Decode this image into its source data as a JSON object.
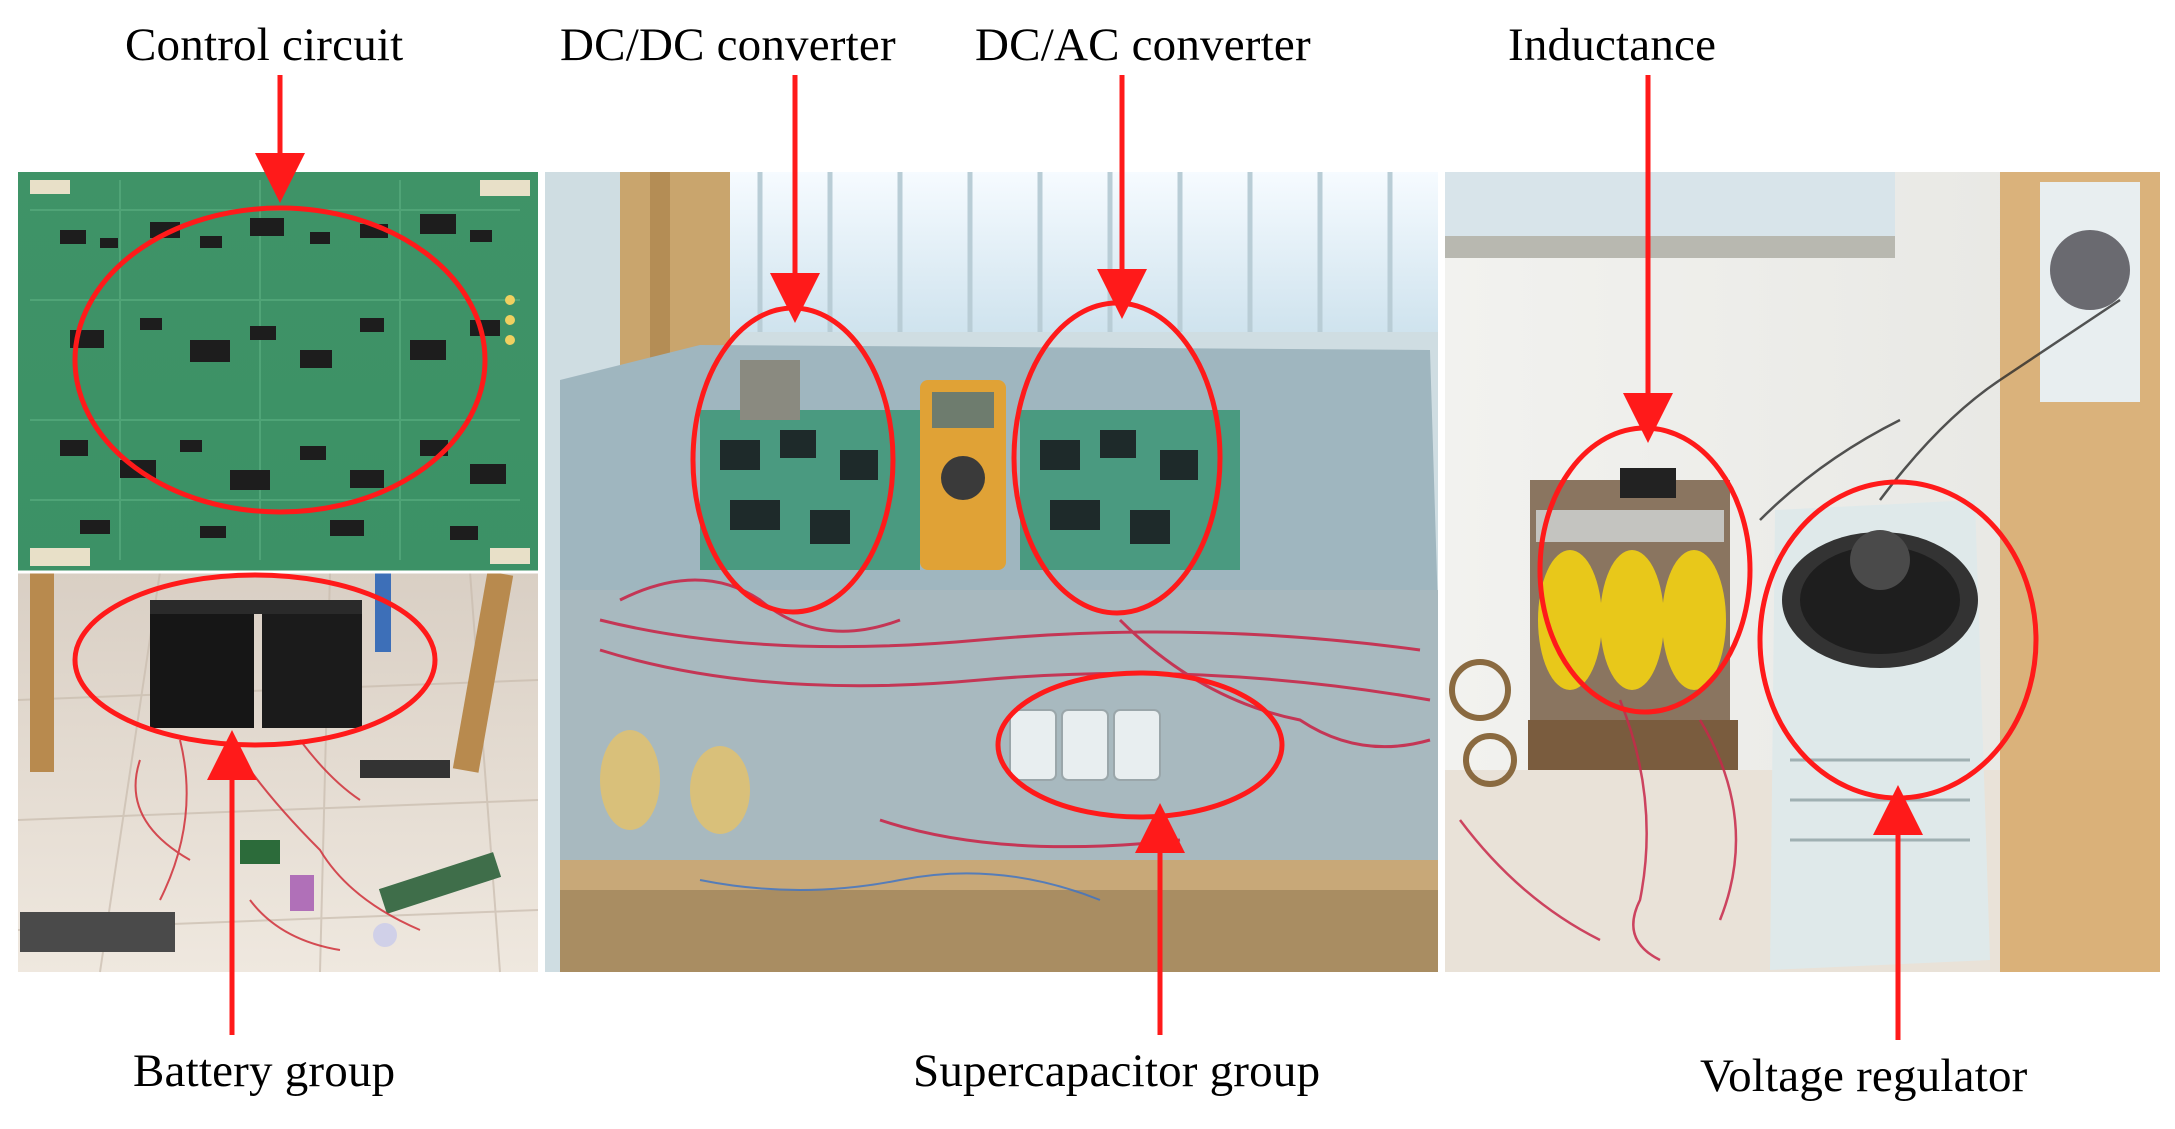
{
  "labels": {
    "control_circuit": "Control circuit",
    "dcdc_converter": "DC/DC converter",
    "dcac_converter": "DC/AC converter",
    "inductance": "Inductance",
    "battery_group": "Battery group",
    "supercapacitor_group": "Supercapacitor group",
    "voltage_regulator": "Voltage regulator"
  },
  "colors": {
    "annotation": "#ff1a1a",
    "pcb_green": "#2f8a5a",
    "transformer_yellow": "#e8c81a",
    "regulator_body": "#dfe9ea"
  }
}
